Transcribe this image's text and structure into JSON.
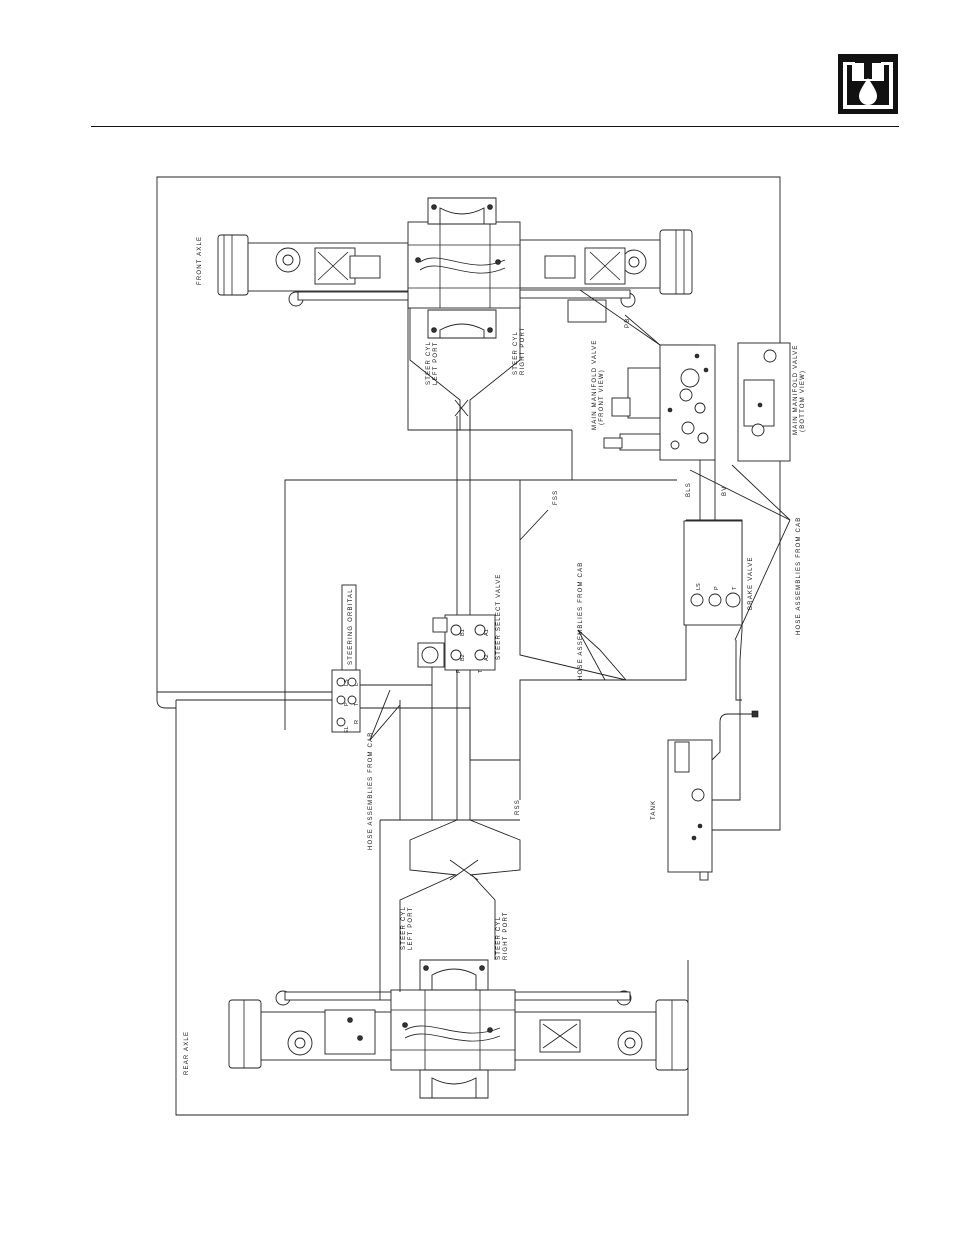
{
  "labels": {
    "front_axle": "FRONT AXLE",
    "rear_axle": "REAR AXLE",
    "steer_cyl_left_front": [
      "STEER CYL",
      "LEFT PORT"
    ],
    "steer_cyl_right_front": [
      "STEER CYL",
      "RIGHT PORT"
    ],
    "steer_cyl_left_rear": [
      "STEER CYL",
      "LEFT PORT"
    ],
    "steer_cyl_right_rear": [
      "STEER CYL",
      "RIGHT PORT"
    ],
    "main_manifold_front": [
      "MAIN MANIFOLD VALVE",
      "(FRONT VIEW)"
    ],
    "main_manifold_bottom": [
      "MAIN MANIFOLD VALVE",
      "(BOTTOM VIEW)"
    ],
    "steering_orbital": "STEERING ORBITAL",
    "steer_select_valve": "STEER SELECT VALVE",
    "brake_valve": "BRAKE VALVE",
    "tank": "TANK",
    "hose_from_cab_1": "HOSE ASSEMBLIES FROM CAB",
    "hose_from_cab_2": "HOSE ASSEMBLIES FROM CAB",
    "hose_from_cab_3": "HOSE ASSEMBLIES FROM CAB",
    "fs": "FSS",
    "rs": "RSS",
    "pb": "PB",
    "bls": "BLS",
    "bv": "BV"
  },
  "ports": {
    "orbital": [
      "EL",
      "R",
      "L",
      "LS",
      "P",
      "T"
    ],
    "select": [
      "A1",
      "B1",
      "A2",
      "B2",
      "P",
      "T"
    ],
    "brake": [
      "LS",
      "P",
      "T"
    ]
  }
}
